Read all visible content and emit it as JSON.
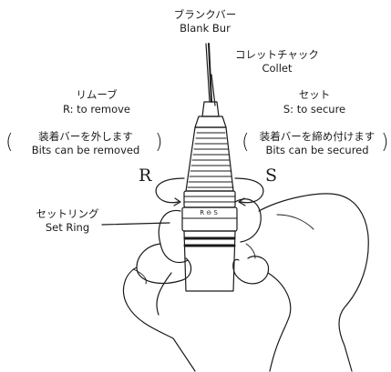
{
  "labels": {
    "blank_bur_jp": "ブランクバー",
    "blank_bur_en": "Blank Bur",
    "collet_jp": "コレットチャック",
    "collet_en": "Collet",
    "remove_jp": "リムーブ",
    "remove_en": "R: to remove",
    "secure_jp": "セット",
    "secure_en": "S: to secure",
    "remove_note_jp": "装着バーを外します",
    "remove_note_en": "Bits can be removed",
    "secure_note_jp": "装着バーを締め付けます",
    "secure_note_en": "Bits can be secured",
    "set_ring_jp": "セットリング",
    "set_ring_en": "Set Ring",
    "r_letter": "R",
    "s_letter": "S",
    "ring_marking": "R ⊖ S",
    "paren_open": "(",
    "paren_close": ")"
  },
  "colors": {
    "ink": "#1a1a1a",
    "background": "#ffffff"
  }
}
